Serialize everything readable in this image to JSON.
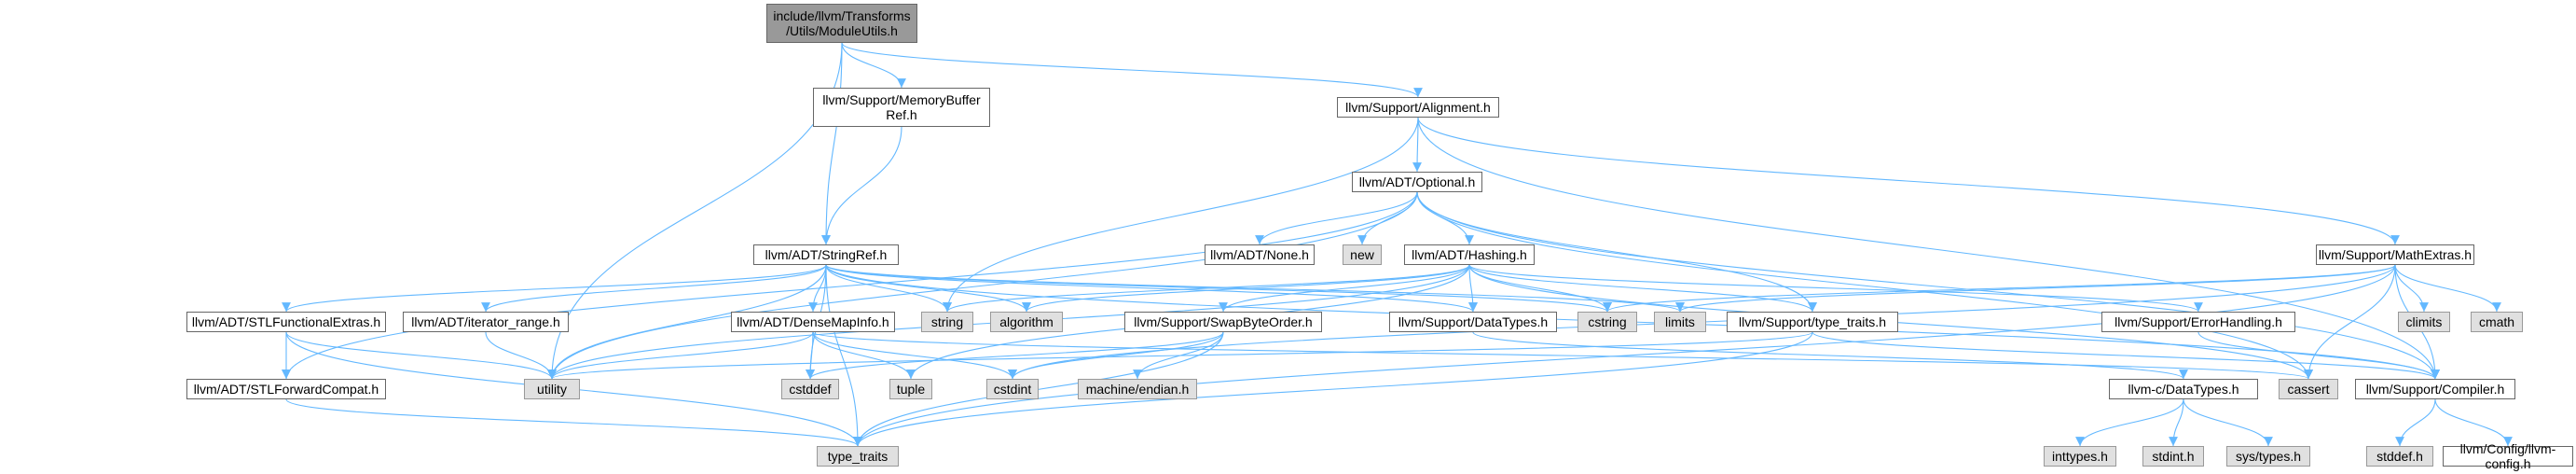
{
  "graph": {
    "edge_color": "#63b8ff",
    "nodes": {
      "moduleutils": {
        "label": "include/llvm/Transforms\n/Utils/ModuleUtils.h",
        "kind": "header"
      },
      "memorybuffer": {
        "label": "llvm/Support/MemoryBuffer\nRef.h",
        "kind": "doc"
      },
      "alignment": {
        "label": "llvm/Support/Alignment.h",
        "kind": "doc"
      },
      "optional": {
        "label": "llvm/ADT/Optional.h",
        "kind": "doc"
      },
      "stringref": {
        "label": "llvm/ADT/StringRef.h",
        "kind": "doc"
      },
      "none": {
        "label": "llvm/ADT/None.h",
        "kind": "doc"
      },
      "new": {
        "label": "new",
        "kind": "sys"
      },
      "hashing": {
        "label": "llvm/ADT/Hashing.h",
        "kind": "doc"
      },
      "mathextras": {
        "label": "llvm/Support/MathExtras.h",
        "kind": "doc"
      },
      "stlfunctional": {
        "label": "llvm/ADT/STLFunctionalExtras.h",
        "kind": "doc"
      },
      "iteratorrange": {
        "label": "llvm/ADT/iterator_range.h",
        "kind": "doc"
      },
      "densemapinfo": {
        "label": "llvm/ADT/DenseMapInfo.h",
        "kind": "doc"
      },
      "string": {
        "label": "string",
        "kind": "sys"
      },
      "algorithm": {
        "label": "algorithm",
        "kind": "sys"
      },
      "swapbyteorder": {
        "label": "llvm/Support/SwapByteOrder.h",
        "kind": "doc"
      },
      "datatypes": {
        "label": "llvm/Support/DataTypes.h",
        "kind": "doc"
      },
      "cstring": {
        "label": "cstring",
        "kind": "sys"
      },
      "limits": {
        "label": "limits",
        "kind": "sys"
      },
      "typetraits_h": {
        "label": "llvm/Support/type_traits.h",
        "kind": "doc"
      },
      "errorhandling": {
        "label": "llvm/Support/ErrorHandling.h",
        "kind": "doc"
      },
      "climits": {
        "label": "climits",
        "kind": "sys"
      },
      "cmath": {
        "label": "cmath",
        "kind": "sys"
      },
      "utility": {
        "label": "utility",
        "kind": "sys"
      },
      "cstddef": {
        "label": "cstddef",
        "kind": "sys"
      },
      "tuple": {
        "label": "tuple",
        "kind": "sys"
      },
      "cstdint": {
        "label": "cstdint",
        "kind": "sys"
      },
      "machineendian": {
        "label": "machine/endian.h",
        "kind": "sys"
      },
      "stlforwardcompat": {
        "label": "llvm/ADT/STLForwardCompat.h",
        "kind": "doc"
      },
      "llvmcdatatypes": {
        "label": "llvm-c/DataTypes.h",
        "kind": "doc"
      },
      "cassert": {
        "label": "cassert",
        "kind": "sys"
      },
      "compiler": {
        "label": "llvm/Support/Compiler.h",
        "kind": "doc"
      },
      "type_traits": {
        "label": "type_traits",
        "kind": "sys"
      },
      "inttypes": {
        "label": "inttypes.h",
        "kind": "sys"
      },
      "stdint": {
        "label": "stdint.h",
        "kind": "sys"
      },
      "systypes": {
        "label": "sys/types.h",
        "kind": "sys"
      },
      "stddef": {
        "label": "stddef.h",
        "kind": "sys"
      },
      "llvmconfig": {
        "label": "llvm/Config/llvm-config.h",
        "kind": "doc"
      }
    },
    "edges": [
      [
        "moduleutils",
        "memorybuffer"
      ],
      [
        "moduleutils",
        "alignment"
      ],
      [
        "moduleutils",
        "stringref"
      ],
      [
        "moduleutils",
        "utility"
      ],
      [
        "memorybuffer",
        "stringref"
      ],
      [
        "alignment",
        "optional"
      ],
      [
        "alignment",
        "mathextras"
      ],
      [
        "alignment",
        "string"
      ],
      [
        "alignment",
        "compiler"
      ],
      [
        "optional",
        "none"
      ],
      [
        "optional",
        "new"
      ],
      [
        "optional",
        "hashing"
      ],
      [
        "optional",
        "typetraits_h"
      ],
      [
        "optional",
        "compiler"
      ],
      [
        "optional",
        "cassert"
      ],
      [
        "optional",
        "utility"
      ],
      [
        "optional",
        "stlforwardcompat"
      ],
      [
        "stringref",
        "stlfunctional"
      ],
      [
        "stringref",
        "iteratorrange"
      ],
      [
        "stringref",
        "densemapinfo"
      ],
      [
        "stringref",
        "string"
      ],
      [
        "stringref",
        "algorithm"
      ],
      [
        "stringref",
        "cstring"
      ],
      [
        "stringref",
        "limits"
      ],
      [
        "stringref",
        "utility"
      ],
      [
        "stringref",
        "cstddef"
      ],
      [
        "stringref",
        "compiler"
      ],
      [
        "stringref",
        "type_traits"
      ],
      [
        "stringref",
        "datatypes"
      ],
      [
        "hashing",
        "algorithm"
      ],
      [
        "hashing",
        "string"
      ],
      [
        "hashing",
        "swapbyteorder"
      ],
      [
        "hashing",
        "datatypes"
      ],
      [
        "hashing",
        "cstring"
      ],
      [
        "hashing",
        "typetraits_h"
      ],
      [
        "hashing",
        "errorhandling"
      ],
      [
        "hashing",
        "tuple"
      ],
      [
        "hashing",
        "utility"
      ],
      [
        "hashing",
        "cassert"
      ],
      [
        "mathextras",
        "climits"
      ],
      [
        "mathextras",
        "cmath"
      ],
      [
        "mathextras",
        "compiler"
      ],
      [
        "mathextras",
        "cassert"
      ],
      [
        "mathextras",
        "limits"
      ],
      [
        "mathextras",
        "cstring"
      ],
      [
        "mathextras",
        "type_traits"
      ],
      [
        "mathextras",
        "cstdint"
      ],
      [
        "stlfunctional",
        "stlforwardcompat"
      ],
      [
        "stlfunctional",
        "utility"
      ],
      [
        "stlfunctional",
        "type_traits"
      ],
      [
        "iteratorrange",
        "utility"
      ],
      [
        "densemapinfo",
        "cstddef"
      ],
      [
        "densemapinfo",
        "cstdint"
      ],
      [
        "densemapinfo",
        "tuple"
      ],
      [
        "densemapinfo",
        "utility"
      ],
      [
        "densemapinfo",
        "cassert"
      ],
      [
        "swapbyteorder",
        "cstddef"
      ],
      [
        "swapbyteorder",
        "cstdint"
      ],
      [
        "swapbyteorder",
        "machineendian"
      ],
      [
        "swapbyteorder",
        "type_traits"
      ],
      [
        "datatypes",
        "llvmcdatatypes"
      ],
      [
        "typetraits_h",
        "compiler"
      ],
      [
        "typetraits_h",
        "utility"
      ],
      [
        "typetraits_h",
        "type_traits"
      ],
      [
        "errorhandling",
        "compiler"
      ],
      [
        "llvmcdatatypes",
        "inttypes"
      ],
      [
        "llvmcdatatypes",
        "stdint"
      ],
      [
        "llvmcdatatypes",
        "systypes"
      ],
      [
        "compiler",
        "stddef"
      ],
      [
        "compiler",
        "llvmconfig"
      ],
      [
        "stlforwardcompat",
        "type_traits"
      ]
    ]
  }
}
